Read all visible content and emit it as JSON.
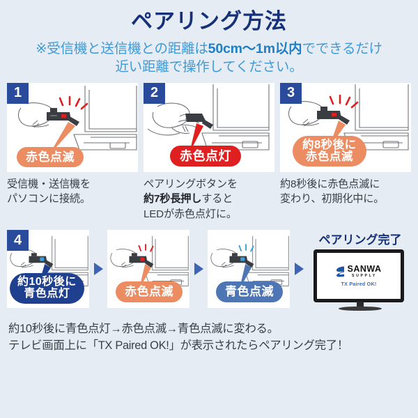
{
  "header": {
    "title": "ペアリング方法",
    "subtitle_pre": "※受信機と送信機との距離は",
    "subtitle_bold": "50cm〜1m以内",
    "subtitle_post": "でできるだけ",
    "subtitle_line2": "近い距離で操作してください。"
  },
  "colors": {
    "background": "#e6ecf4",
    "title_navy": "#16307a",
    "subtitle_blue": "#3f9ad6",
    "subtitle_bold_blue": "#1f7fc4",
    "step_badge_navy": "#2a4a9c",
    "badge_orange": "#eb8c63",
    "badge_red": "#e02020",
    "badge_navy": "#1f3f8f",
    "badge_blue": "#4f76b4",
    "arrow_blue": "#3e64b4",
    "caption_gray": "#3a3f46",
    "led_red": "#e02020",
    "led_blue": "#3a9fd8"
  },
  "steps": [
    {
      "number": "1",
      "badge": {
        "lines": [
          "赤色点滅"
        ],
        "style": "orange"
      },
      "caption_lines": [
        "受信機・送信機を",
        "パソコンに接続。"
      ]
    },
    {
      "number": "2",
      "badge": {
        "lines": [
          "赤色点灯"
        ],
        "style": "red"
      },
      "caption_lines": [
        "ペアリングボタンを",
        "約7秒長押しすると",
        "LEDが赤色点灯に。"
      ],
      "caption_bold": "約7秒長押し"
    },
    {
      "number": "3",
      "badge": {
        "lines": [
          "約8秒後に",
          "赤色点滅"
        ],
        "style": "orange"
      },
      "caption_lines": [
        "約8秒後に赤色点滅に",
        "変わり、初期化中に。"
      ]
    }
  ],
  "step4": {
    "number": "4",
    "panels": [
      {
        "badge": {
          "lines": [
            "約10秒後に",
            "青色点灯"
          ],
          "style": "navy"
        },
        "led": "blue"
      },
      {
        "badge": {
          "lines": [
            "赤色点滅"
          ],
          "style": "orange"
        },
        "led": "red"
      },
      {
        "badge": {
          "lines": [
            "青色点滅"
          ],
          "style": "blue"
        },
        "led": "blue"
      }
    ],
    "arrow_icon": "triangle-right",
    "final": {
      "title": "ペアリング完了",
      "tv": {
        "brand": "SANWA",
        "brand_sub": "SUPPLY",
        "message": "TX Paired OK!"
      }
    }
  },
  "note": {
    "line1": "約10秒後に青色点灯→赤色点滅→青色点滅に変わる。",
    "line2": "テレビ画面上に「TX Paired OK!」が表示されたらペアリング完了！"
  }
}
